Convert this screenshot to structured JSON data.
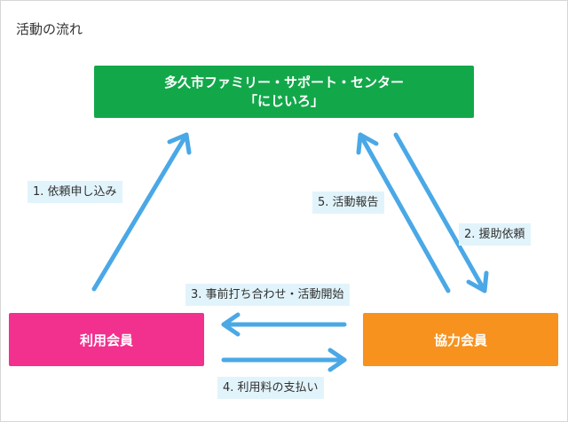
{
  "heading": "活動の流れ",
  "colors": {
    "center_box": "#12a84a",
    "user_box": "#f2308e",
    "helper_box": "#f7921e",
    "arrow": "#4aa8e6",
    "tag_bg": "#e2f4fb"
  },
  "center_box": {
    "line1": "多久市ファミリー・サポート・センター",
    "line2": "「にじいろ」"
  },
  "user_box": {
    "label": "利用会員"
  },
  "helper_box": {
    "label": "協力会員"
  },
  "steps": {
    "step1": "1. 依頼申し込み",
    "step2": "2. 援助依頼",
    "step3": "3. 事前打ち合わせ・活動開始",
    "step4": "4. 利用料の支払い",
    "step5": "5. 活動報告"
  }
}
